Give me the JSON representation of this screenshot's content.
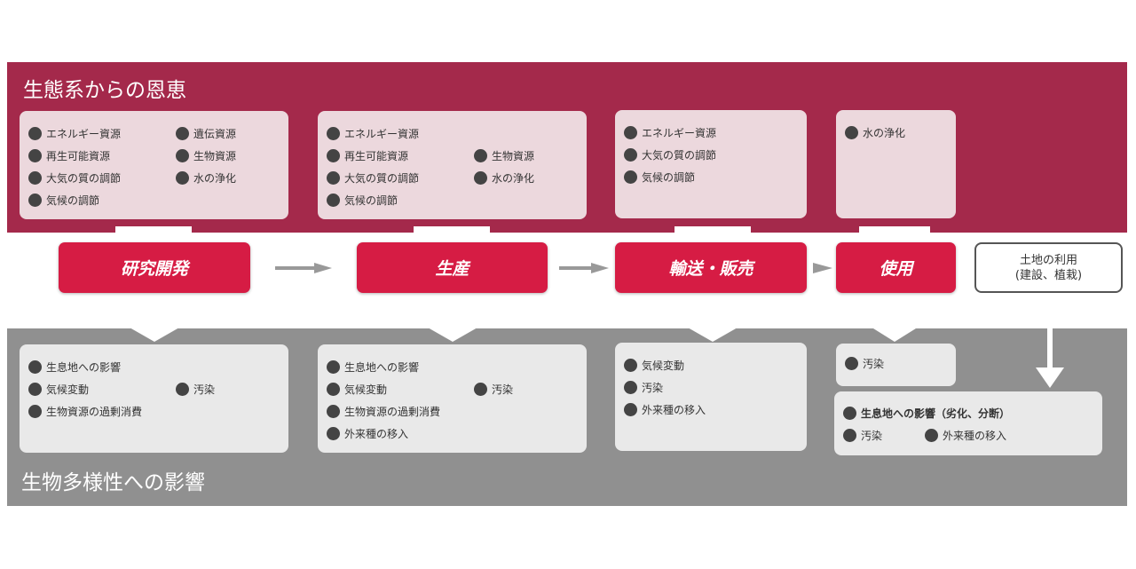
{
  "benefits": {
    "title": "生態系からの恩恵",
    "boxes": [
      {
        "rows": [
          [
            "エネルギー資源",
            "遺伝資源"
          ],
          [
            "再生可能資源",
            "生物資源"
          ],
          [
            "大気の質の調節",
            "水の浄化"
          ],
          [
            "気候の調節",
            ""
          ]
        ]
      },
      {
        "rows": [
          [
            "エネルギー資源",
            ""
          ],
          [
            "再生可能資源",
            "生物資源"
          ],
          [
            "大気の質の調節",
            "水の浄化"
          ],
          [
            "気候の調節",
            ""
          ]
        ]
      },
      {
        "rows": [
          [
            "エネルギー資源"
          ],
          [
            "大気の質の調節"
          ],
          [
            "気候の調節"
          ]
        ]
      },
      {
        "rows": [
          [
            "水の浄化"
          ]
        ]
      }
    ]
  },
  "stages": [
    {
      "label": "研究開発"
    },
    {
      "label": "生産"
    },
    {
      "label": "輸送・販売"
    },
    {
      "label": "使用"
    }
  ],
  "land_use": {
    "line1": "土地の利用",
    "line2": "(建設、植栽)"
  },
  "impacts": {
    "title": "生物多様性への影響",
    "boxes": [
      {
        "rows": [
          [
            "生息地への影響",
            ""
          ],
          [
            "気候変動",
            "汚染"
          ],
          [
            "生物資源の過剰消費",
            ""
          ]
        ]
      },
      {
        "rows": [
          [
            "生息地への影響",
            ""
          ],
          [
            "気候変動",
            "汚染"
          ],
          [
            "生物資源の過剰消費",
            ""
          ],
          [
            "外来種の移入",
            ""
          ]
        ]
      },
      {
        "rows": [
          [
            "気候変動"
          ],
          [
            "汚染"
          ],
          [
            "外来種の移入"
          ]
        ]
      },
      {
        "rows": [
          [
            "汚染"
          ]
        ]
      },
      {
        "rows": [
          [
            "生息地への影響（劣化、分断）"
          ],
          [
            "汚染",
            "外来種の移入"
          ]
        ]
      }
    ]
  },
  "colors": {
    "benefit_band": "#a4294b",
    "stage": "#d61c44",
    "impact_band": "#909090"
  }
}
